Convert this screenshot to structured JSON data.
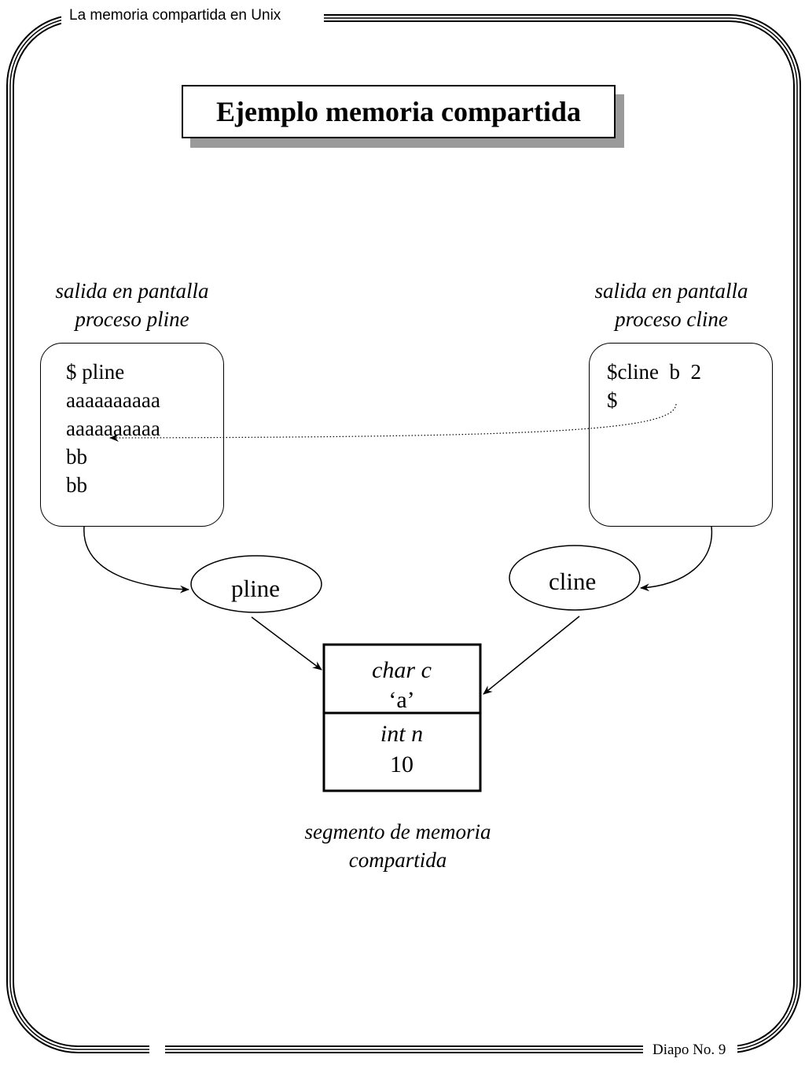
{
  "header": {
    "title": "La memoria compartida en Unix"
  },
  "footer": {
    "slide_label": "Diapo No. 9"
  },
  "slide": {
    "title": "Ejemplo memoria compartida"
  },
  "left_panel": {
    "caption_line1": "salida en pantalla",
    "caption_line2": "proceso pline",
    "lines": [
      "$ pline",
      "aaaaaaaaaa",
      "aaaaaaaaaa",
      "bb",
      "bb"
    ]
  },
  "right_panel": {
    "caption_line1": "salida en pantalla",
    "caption_line2": "proceso cline",
    "lines": [
      "$cline  b  2",
      "$"
    ]
  },
  "processes": {
    "pline": "pline",
    "cline": "cline"
  },
  "shared_segment": {
    "cell1_type": "char c",
    "cell1_value": "‘a’",
    "cell2_type": "int n",
    "cell2_value": "10",
    "caption_line1": "segmento de memoria",
    "caption_line2": "compartida"
  }
}
